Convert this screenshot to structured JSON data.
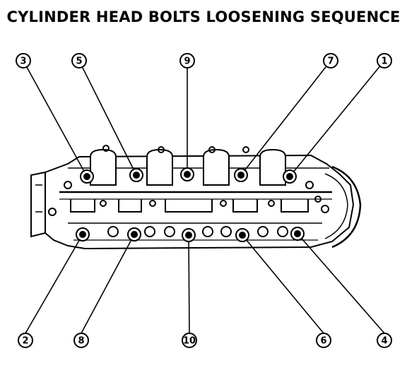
{
  "title": "CYLINDER HEAD BOLTS LOOSENING SEQUENCE",
  "callouts": [
    {
      "num": "1",
      "label": "1"
    },
    {
      "num": "2",
      "label": "2"
    },
    {
      "num": "3",
      "label": "3"
    },
    {
      "num": "4",
      "label": "4"
    },
    {
      "num": "5",
      "label": "5"
    },
    {
      "num": "6",
      "label": "6"
    },
    {
      "num": "7",
      "label": "7"
    },
    {
      "num": "8",
      "label": "8"
    },
    {
      "num": "9",
      "label": "9"
    },
    {
      "num": "10",
      "label": "10"
    }
  ]
}
